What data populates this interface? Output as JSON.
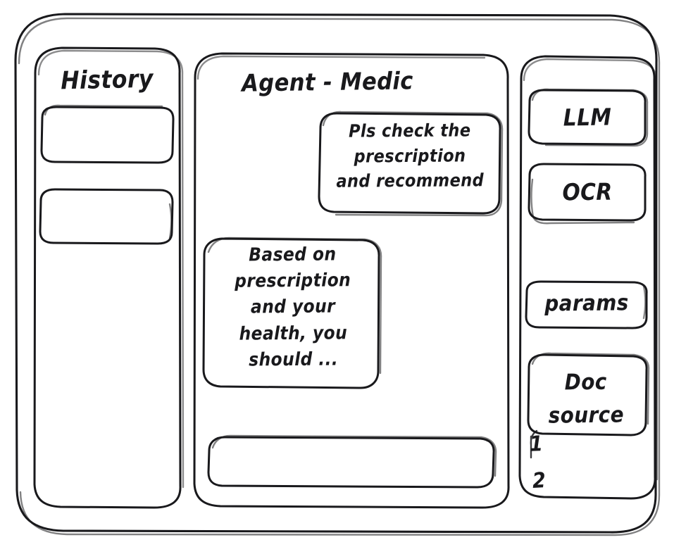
{
  "window": {
    "style": "hand-drawn wireframe",
    "ink_color": "#19191c",
    "background": "#ffffff"
  },
  "sidebar_left": {
    "title": "History",
    "items": [
      {
        "label": ""
      },
      {
        "label": ""
      }
    ]
  },
  "main": {
    "title": "Agent - Medic",
    "messages": [
      {
        "role": "user",
        "text": "Pls check the\nprescription\nand recommend"
      },
      {
        "role": "agent",
        "text": "Based on\nprescription\nand your\nhealth, you\nshould ..."
      }
    ],
    "composer": {
      "value": "",
      "placeholder": ""
    }
  },
  "sidebar_right": {
    "buttons": [
      {
        "label": "LLM"
      },
      {
        "label": "OCR"
      },
      {
        "label": "params"
      }
    ],
    "doc_source": {
      "label": "Doc\nsource",
      "items": [
        "1",
        "2"
      ]
    }
  }
}
